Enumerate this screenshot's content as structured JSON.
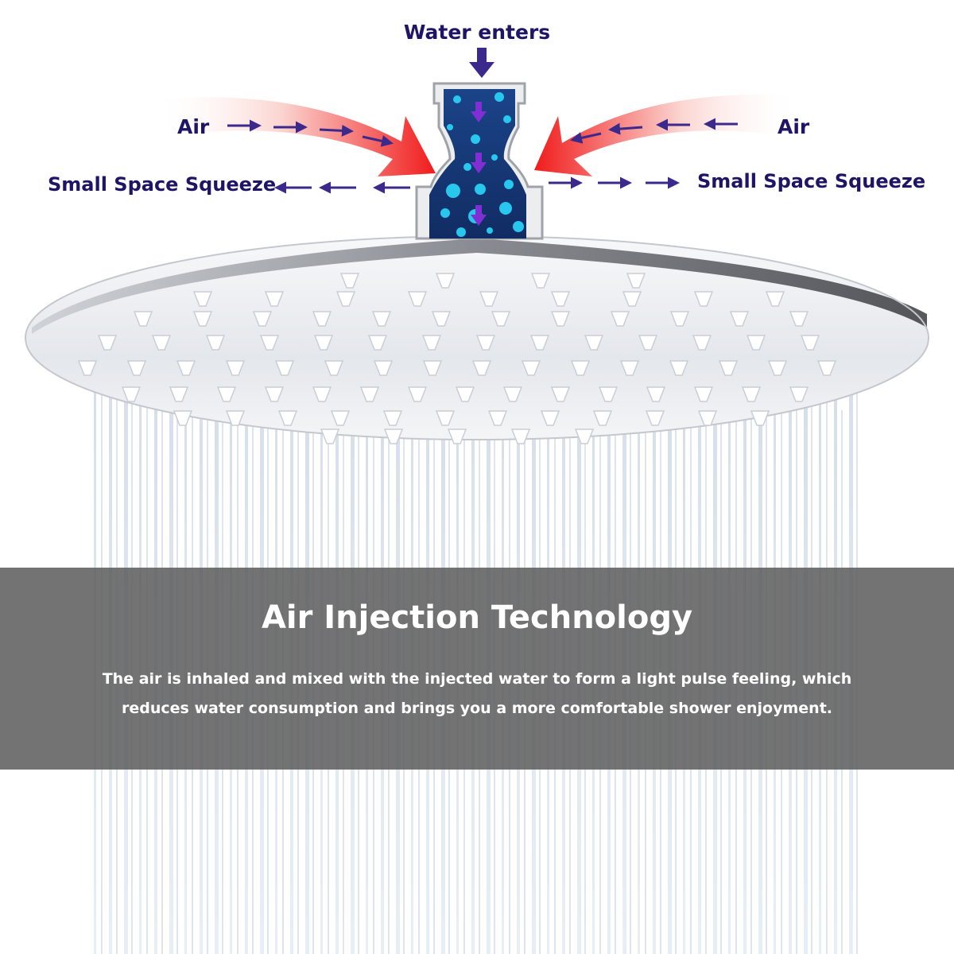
{
  "labels": {
    "water_enters": "Water enters",
    "air_left": "Air",
    "air_right": "Air",
    "squeeze_left": "Small Space Squeeze",
    "squeeze_right": "Small Space Squeeze"
  },
  "banner": {
    "title": "Air Injection Technology",
    "body": "The air is inhaled and mixed with the injected water to form a light pulse feeling, which reduces water consumption and brings you a more comfortable shower enjoyment."
  },
  "colors": {
    "label_text": "#1f1566",
    "small_arrow": "#3b2a8c",
    "air_arrow_red": "#f01c1c",
    "air_arrow_pink": "#fbd4d0",
    "water_body": "#173a78",
    "bubble": "#27c7ee",
    "flow_arrow": "#7f2fd3",
    "banner_bg": "#5c5c5c",
    "banner_text": "#ffffff",
    "shower_plate": "#e3e6ea"
  },
  "icons": {
    "water_arrow": "down-arrow-icon",
    "air_stream": "curved-arrow-icon",
    "nozzle": "shower-nozzle-icon"
  }
}
